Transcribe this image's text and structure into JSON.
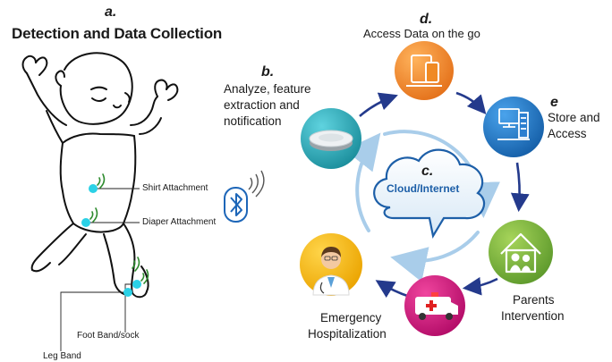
{
  "panel_a": {
    "letter": "a.",
    "title": "Detection and Data Collection",
    "labels": {
      "shirt": "Shirt Attachment",
      "diaper": "Diaper Attachment",
      "foot": "Foot Band/sock",
      "leg": "Leg Band"
    }
  },
  "panel_b": {
    "letter": "b.",
    "lines": [
      "Analyze, feature",
      "extraction and",
      "notification"
    ]
  },
  "panel_c": {
    "letter": "c.",
    "cloud_text": "Cloud/Internet"
  },
  "panel_d": {
    "letter": "d.",
    "title": "Access Data on the go"
  },
  "panel_e": {
    "letter": "e",
    "lines": [
      "Store and",
      "Access"
    ]
  },
  "parents": {
    "lines": [
      "Parents",
      "Intervention"
    ]
  },
  "emergency": {
    "lines": [
      "Emergency",
      "Hospitalization"
    ]
  },
  "colors": {
    "teal": "#2aa6b5",
    "orange": "#f08a24",
    "blue": "#1f74c4",
    "green": "#7cb342",
    "magenta": "#d6137d",
    "yellow": "#f5b800",
    "arrow": "#243a8c",
    "sensor": "#2bd1e6"
  },
  "icons": [
    "bluetooth-icon",
    "wifi-signal-icon",
    "router-disc-icon",
    "devices-icon",
    "server-icon",
    "family-house-icon",
    "ambulance-icon",
    "doctor-icon",
    "cloud-icon"
  ]
}
